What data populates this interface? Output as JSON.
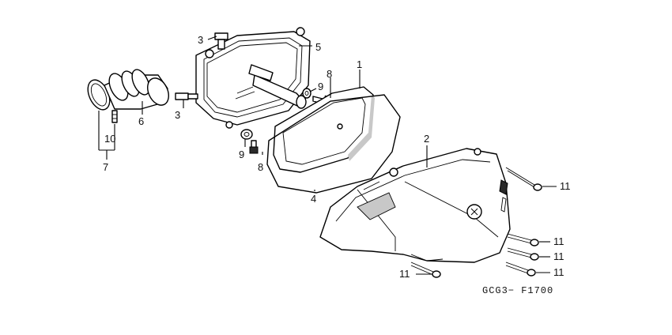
{
  "diagram": {
    "code": "GCG3− F1700",
    "callouts": {
      "c1": "1",
      "c2": "2",
      "c3a": "3",
      "c3b": "3",
      "c4": "4",
      "c5": "5",
      "c6": "6",
      "c7": "7",
      "c8a": "8",
      "c8b": "8",
      "c9a": "9",
      "c9b": "9",
      "c10": "10",
      "c11a": "11",
      "c11b": "11",
      "c11c": "11",
      "c11d": "11",
      "c11e": "11"
    }
  }
}
